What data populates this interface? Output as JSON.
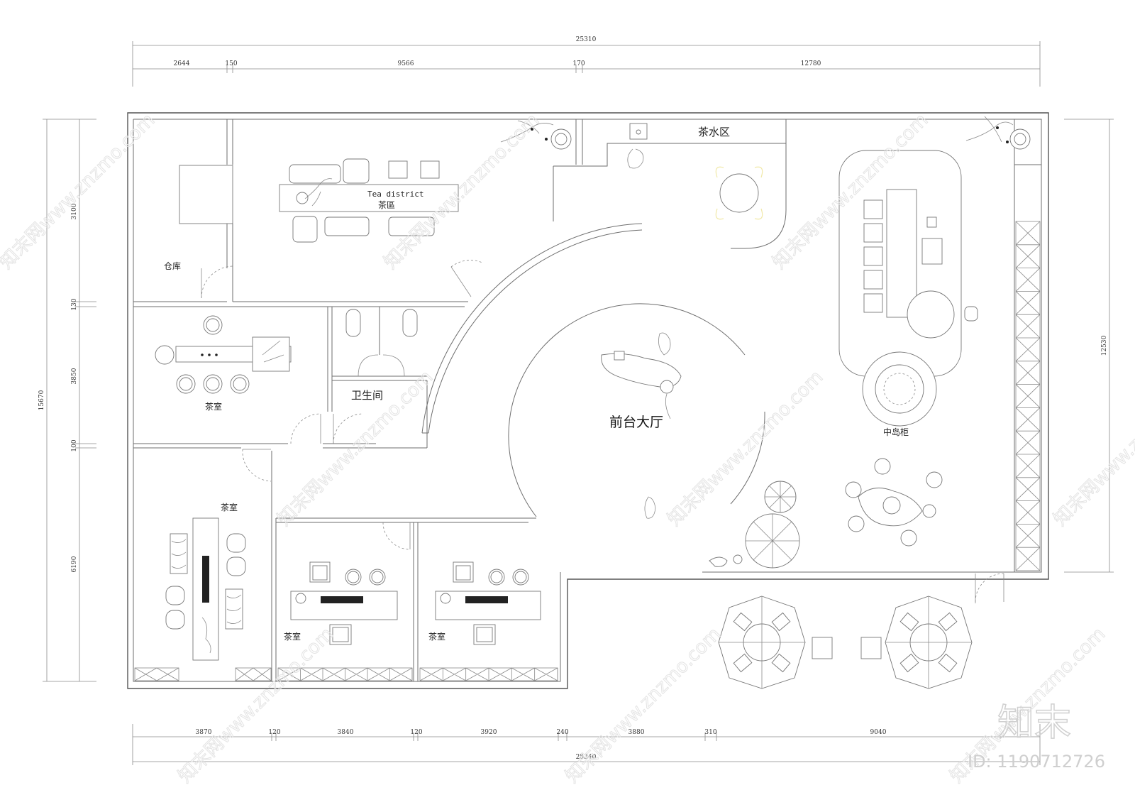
{
  "dimensions": {
    "top_total": "25310",
    "top_segments": [
      "2644",
      "150",
      "9566",
      "170",
      "12780"
    ],
    "bottom_segments": [
      "3870",
      "120",
      "3840",
      "120",
      "3920",
      "240",
      "3880",
      "310",
      "9040"
    ],
    "bottom_total": "25340",
    "left_total": "15670",
    "left_segments": [
      "3100",
      "130",
      "3850",
      "100",
      "6190"
    ],
    "right_total": "12530"
  },
  "rooms": {
    "storage": "仓库",
    "tea_district_en": "Tea district",
    "tea_district_cn": "茶區",
    "tea_water_area": "茶水区",
    "tea_room_a": "茶室",
    "restroom": "卫生间",
    "lobby": "前台大厅",
    "island_cabinet": "中岛柜",
    "tea_room_b": "茶室",
    "tea_room_c": "茶室",
    "tea_room_d": "茶室"
  },
  "watermark": {
    "text": "知末网www.znzmo.com",
    "logo": "知末",
    "id": "ID: 1190712726"
  },
  "colors": {
    "line": "#6e6e6e",
    "text": "#222222",
    "watermark": "#e4e4e4",
    "accent_yellow": "#f1e9a8"
  }
}
